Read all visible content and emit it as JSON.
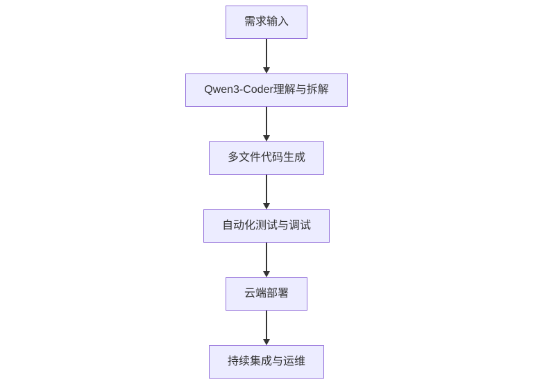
{
  "diagram": {
    "type": "flowchart",
    "direction": "top-down",
    "nodes": [
      {
        "label": "需求输入"
      },
      {
        "label": "Qwen3-Coder理解与拆解"
      },
      {
        "label": "多文件代码生成"
      },
      {
        "label": "自动化测试与调试"
      },
      {
        "label": "云端部署"
      },
      {
        "label": "持续集成与运维"
      }
    ],
    "edges": [
      {
        "from": 0,
        "to": 1
      },
      {
        "from": 1,
        "to": 2
      },
      {
        "from": 2,
        "to": 3
      },
      {
        "from": 3,
        "to": 4
      },
      {
        "from": 4,
        "to": 5
      }
    ],
    "colors": {
      "background": "#ffffff",
      "node_fill": "#ececff",
      "node_border": "#9370db",
      "node_text": "#333333",
      "arrow": "#333333"
    }
  }
}
